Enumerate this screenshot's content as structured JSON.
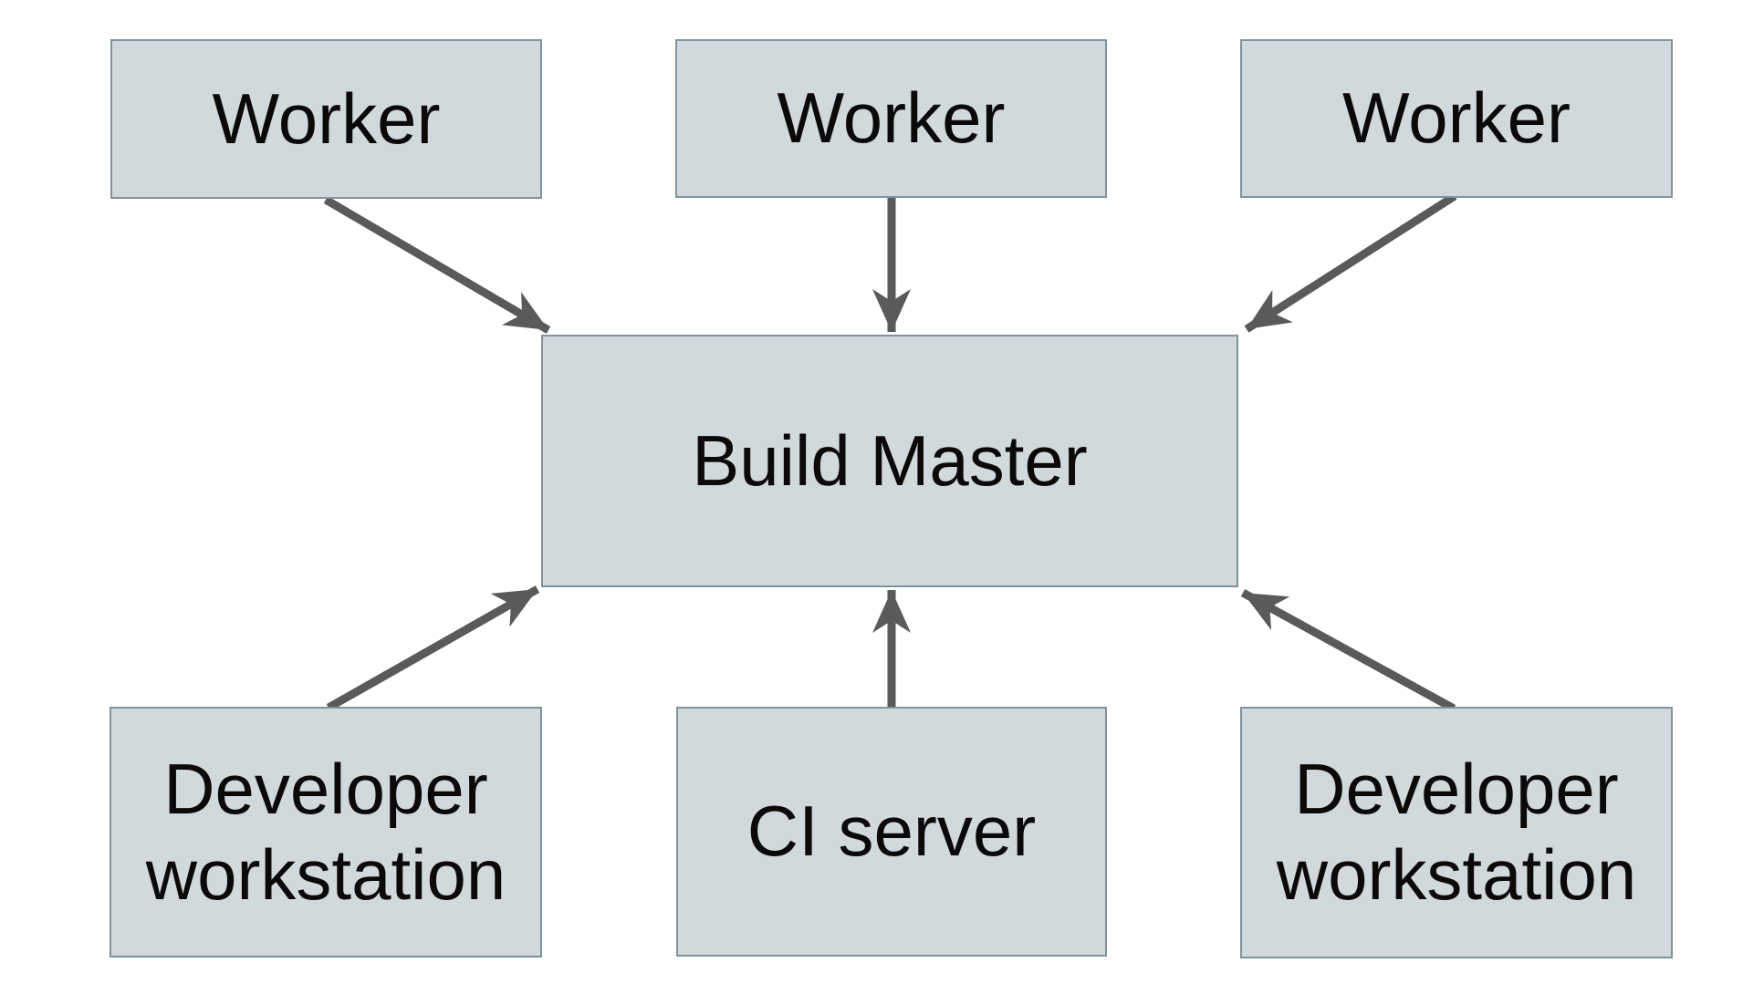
{
  "diagram": {
    "nodes": [
      {
        "id": "worker-1",
        "label": "Worker"
      },
      {
        "id": "worker-2",
        "label": "Worker"
      },
      {
        "id": "worker-3",
        "label": "Worker"
      },
      {
        "id": "build-master",
        "label": "Build Master"
      },
      {
        "id": "developer-workstation-left",
        "label": "Developer workstation"
      },
      {
        "id": "ci-server",
        "label": "CI server"
      },
      {
        "id": "developer-workstation-right",
        "label": "Developer workstation"
      }
    ],
    "edges": [
      {
        "from": "worker-1",
        "to": "build-master"
      },
      {
        "from": "worker-2",
        "to": "build-master"
      },
      {
        "from": "worker-3",
        "to": "build-master"
      },
      {
        "from": "developer-workstation-left",
        "to": "build-master"
      },
      {
        "from": "ci-server",
        "to": "build-master"
      },
      {
        "from": "developer-workstation-right",
        "to": "build-master"
      }
    ],
    "colors": {
      "background": "#ffffff",
      "node_fill": "#d1d9dc",
      "node_border": "#7f939d",
      "arrow": "#5a5a5a",
      "text": "#0a0a0a"
    }
  }
}
